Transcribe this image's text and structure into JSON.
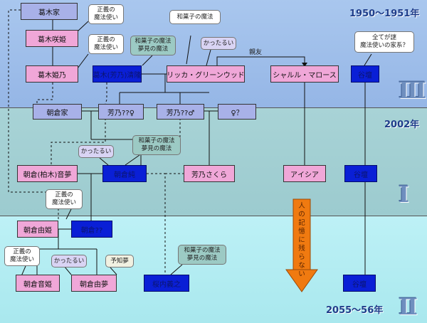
{
  "eras": {
    "era1": "1950〜1951年",
    "era2": "2002年",
    "era3": "2055〜56年",
    "roman1": "Ⅲ",
    "roman2": "Ⅰ",
    "roman3": "Ⅱ"
  },
  "people": {
    "katsuragi_house": "葛木家",
    "katsuragi_sakihime": "葛木咲姫",
    "katsuragi_himeno": "葛木姫乃",
    "katsuragi_yoshino_kiyotaka": "葛木(芳乃)清隆",
    "ricca": "リッカ・グリーンウッド",
    "charles": "シャルル・マロース",
    "unknown_top": "谷壇",
    "asakura_house": "朝倉家",
    "yoshino_f": "芳乃??♀",
    "yoshino_m": "芳乃??♂",
    "female_q": "♀？",
    "asakura_nemu": "朝倉(柏木)音夢",
    "asakura_jun": "朝倉純",
    "yoshino_sakura": "芳乃さくら",
    "aisia": "アイシア",
    "unknown_mid": "谷壇",
    "asakura_yuki": "朝倉由姫",
    "asakura_q": "朝倉??",
    "asakura_otome": "朝倉音姫",
    "asakura_yume": "朝倉由夢",
    "sakurauchi_yoshiyuki": "桜内義之",
    "unknown_bottom": "谷壇"
  },
  "notes": {
    "seigi1": "正義の\n魔法使い",
    "seigi2": "正義の\n魔法使い",
    "wagashi_top": "和菓子の魔法\n夢見の魔法",
    "wagashi_ricca": "和菓子の魔法",
    "kattarui1": "かったるい",
    "mystery": "全てが謎\n魔法使いの家系？",
    "wagashi_mid": "和菓子の魔法\n夢見の魔法",
    "kattarui2": "かったるい",
    "seigi3": "正義の\n魔法使い",
    "seigi4": "正義の\n魔法使い",
    "kattarui3": "かったるい",
    "yochimu": "予知夢",
    "wagashi_bottom": "和菓子の魔法\n夢見の魔法"
  },
  "labels": {
    "shinyu": "親友",
    "memory_arrow": "人の記憶に残らない"
  },
  "colors": {
    "pink": "#f0a7d8",
    "blue": "#0a1fd6",
    "lavender": "#a8b1e8",
    "arrow": "#f07a10"
  }
}
